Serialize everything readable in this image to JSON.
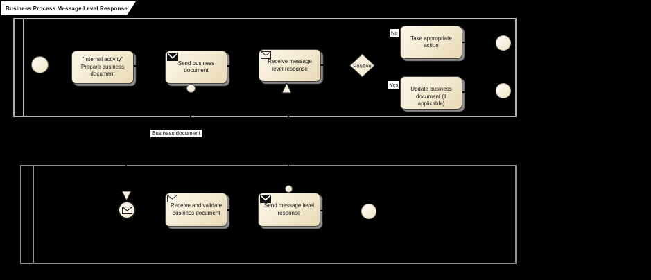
{
  "tab": {
    "title": "Business Process Message Level Response"
  },
  "colors": {
    "background": "#000000",
    "node_fill_light": "#fbf5e6",
    "node_fill_dark": "#e8d9b5",
    "node_border": "#45413a",
    "node_shadow": "#8c8c8c",
    "pool_border_top": "#b3b3b3",
    "pool_border_bottom": "#8f8f8f",
    "label_background": "#ffffff",
    "text": "#141414"
  },
  "pools": {
    "top": {
      "tasks": [
        {
          "id": "internal-activity",
          "label": "\"Internal activity\"\nPrepare business\ndocument"
        },
        {
          "id": "send-business-document",
          "label": "Send business\ndocument",
          "icon": "message-send"
        },
        {
          "id": "receive-message-level-response",
          "label": "Receive message\nlevel response",
          "icon": "message-receive"
        },
        {
          "id": "take-appropriate-action",
          "label": "Take appropriate\naction"
        },
        {
          "id": "update-business-document",
          "label": "Update business\ndocument (if\napplicable)"
        }
      ],
      "gateway": {
        "label": "Positive"
      },
      "branch_labels": {
        "no": "No",
        "yes": "Yes"
      }
    },
    "bottom": {
      "tasks": [
        {
          "id": "receive-and-validate-business-document",
          "label": "Receive and validate\nbusiness document",
          "icon": "message-receive"
        },
        {
          "id": "send-message-level-response",
          "label": "Send message level\nresponse",
          "icon": "message-send"
        }
      ]
    }
  },
  "message_flows": {
    "business_document_label": "Business document"
  }
}
